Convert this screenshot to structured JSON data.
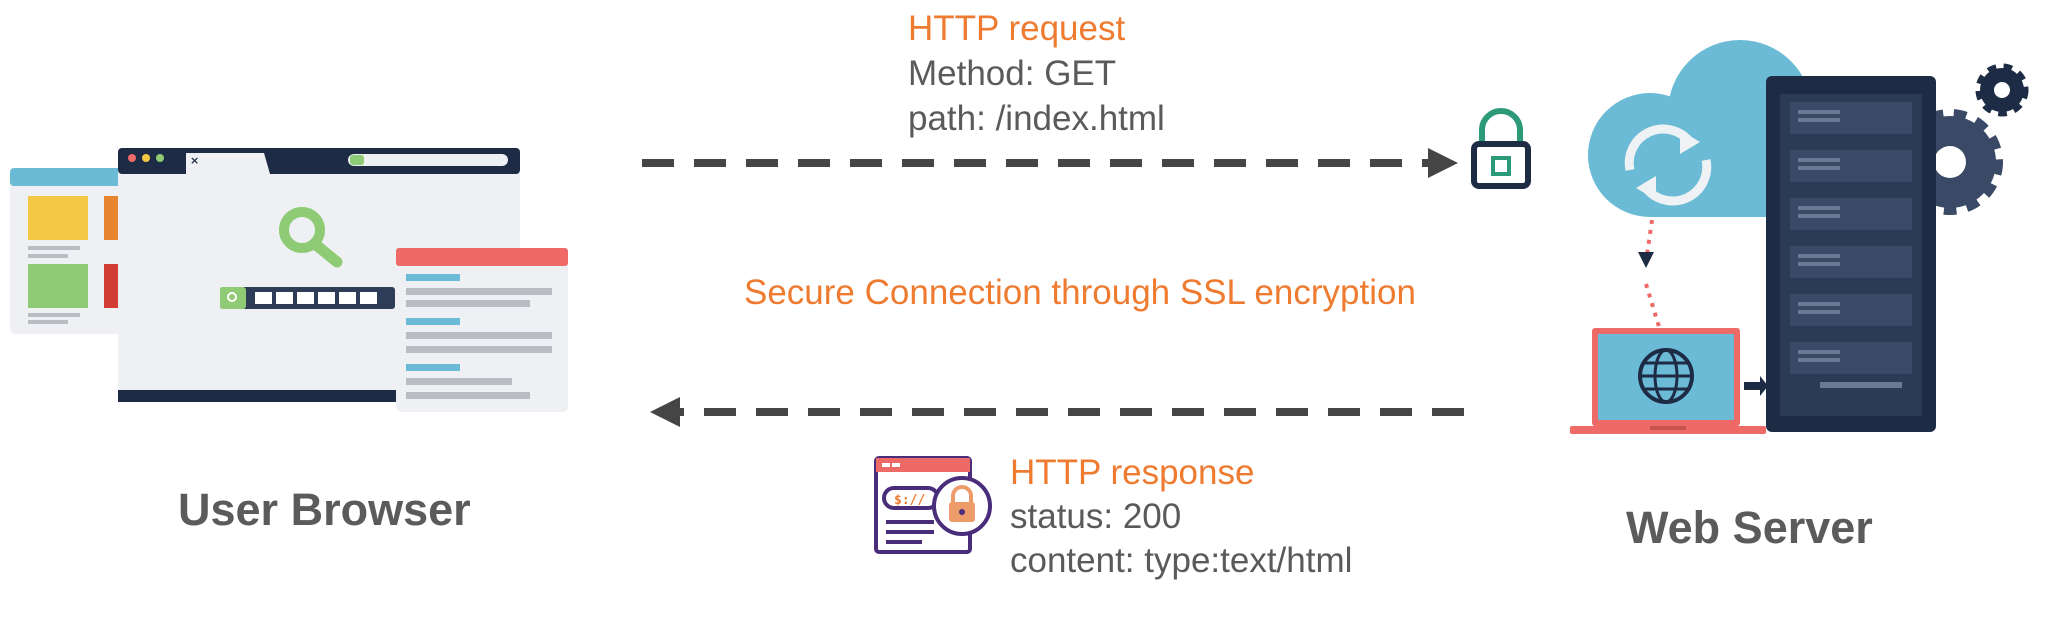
{
  "request": {
    "title": "HTTP request",
    "method": "Method: GET",
    "path": "path: /index.html"
  },
  "secure": {
    "text": "Secure Connection through SSL encryption"
  },
  "response": {
    "title": "HTTP response",
    "status": "status: 200",
    "content": "content: type:text/html"
  },
  "labels": {
    "browser": "User Browser",
    "server": "Web Server"
  },
  "colors": {
    "accent": "#EE7B30",
    "text_gray": "#5A5A5A",
    "arrow": "#454545",
    "navy": "#1D2B45",
    "server_panel": "#3A4A66",
    "cloud": "#6BBAD6",
    "lock": "#2C9A78",
    "laptop_red": "#EE6A67",
    "purple": "#4A2D7A"
  },
  "icons": {
    "browser": "browser-windows-illustration",
    "lock": "padlock-icon",
    "server": "server-rack-with-cloud-icon",
    "response": "secure-document-icon"
  }
}
